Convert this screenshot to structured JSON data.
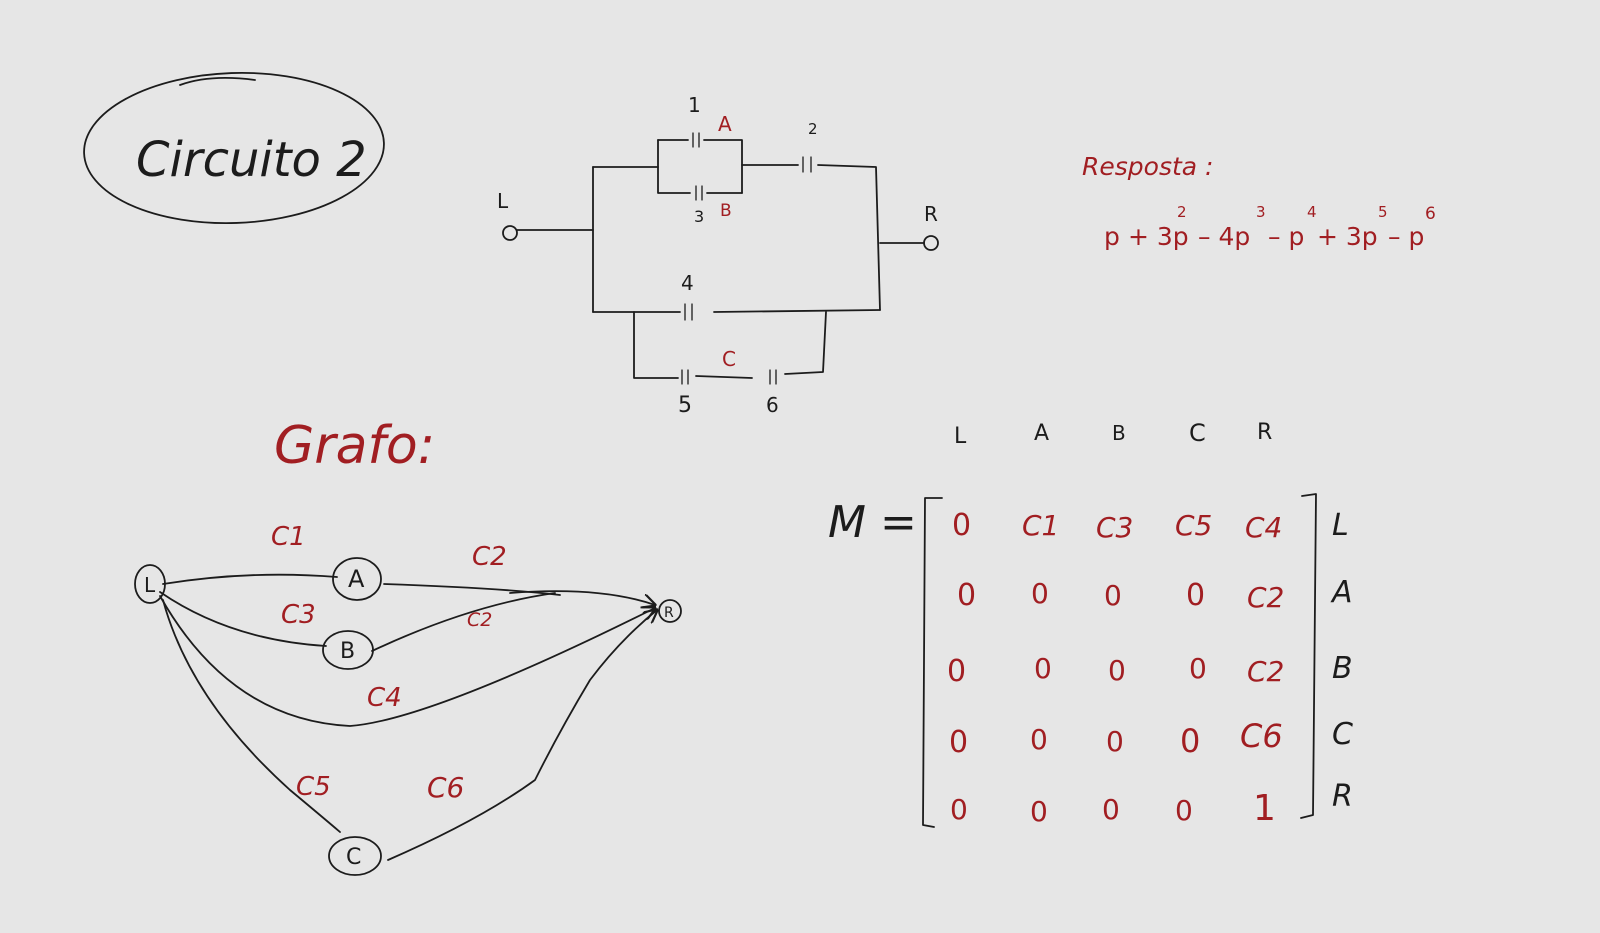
{
  "title": "Circuito 2",
  "circuit": {
    "terminal_left": "L",
    "terminal_right": "R",
    "node_labels": {
      "a": "A",
      "b": "B",
      "c": "C"
    },
    "switch_labels": [
      "1",
      "2",
      "3",
      "4",
      "5",
      "6"
    ]
  },
  "answer": {
    "label": "Resposta :",
    "terms": [
      {
        "base": "p",
        "exp": ""
      },
      {
        "base": "+ 3p",
        "exp": "2"
      },
      {
        "base": "– 4p",
        "exp": "3"
      },
      {
        "base": "– p",
        "exp": "4"
      },
      {
        "base": "+ 3p",
        "exp": "5"
      },
      {
        "base": "– p",
        "exp": "6"
      }
    ]
  },
  "graph": {
    "label": "Grafo:",
    "nodes": [
      "L",
      "A",
      "B",
      "C",
      "R"
    ],
    "edge_labels": [
      "C1",
      "C2",
      "C3",
      "C2",
      "C4",
      "C5",
      "C6"
    ]
  },
  "matrix": {
    "name": "M =",
    "col_headers": [
      "L",
      "A",
      "B",
      "C",
      "R"
    ],
    "row_headers": [
      "L",
      "A",
      "B",
      "C",
      "R"
    ],
    "rows": [
      [
        "0",
        "C1",
        "C3",
        "C5",
        "C4"
      ],
      [
        "0",
        "0",
        "0",
        "0",
        "C2"
      ],
      [
        "0",
        "0",
        "0",
        "0",
        "C2"
      ],
      [
        "0",
        "0",
        "0",
        "0",
        "C6"
      ],
      [
        "0",
        "0",
        "0",
        "0",
        "1"
      ]
    ]
  },
  "colors": {
    "ink": "#1c1c1c",
    "red_ink": "#a11e22",
    "background": "#e6e6e6"
  }
}
